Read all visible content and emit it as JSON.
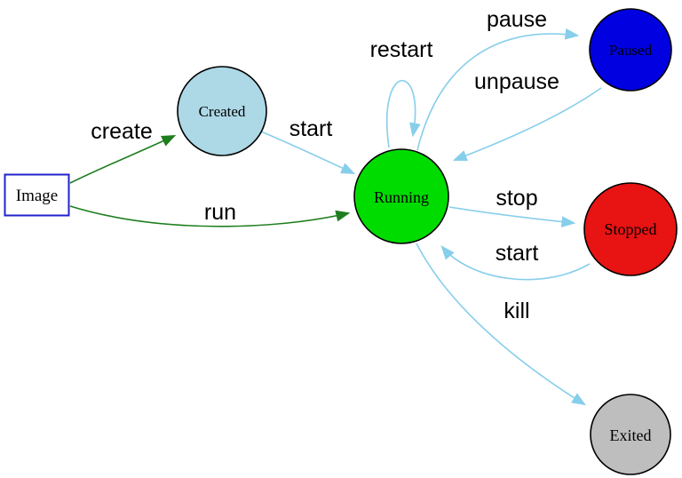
{
  "nodes": {
    "image": {
      "label": "Image",
      "fill": "#ffffff",
      "border": "#2222cc"
    },
    "created": {
      "label": "Created",
      "fill": "#add8e6"
    },
    "running": {
      "label": "Running",
      "fill": "#00dc00"
    },
    "paused": {
      "label": "Paused",
      "fill": "#0000e0"
    },
    "stopped": {
      "label": "Stopped",
      "fill": "#e81313"
    },
    "exited": {
      "label": "Exited",
      "fill": "#bebebe"
    }
  },
  "edges": {
    "create": {
      "label": "create",
      "from": "Image",
      "to": "Created"
    },
    "run": {
      "label": "run",
      "from": "Image",
      "to": "Running"
    },
    "start_from_created": {
      "label": "start",
      "from": "Created",
      "to": "Running"
    },
    "restart": {
      "label": "restart",
      "from": "Running",
      "to": "Running"
    },
    "pause": {
      "label": "pause",
      "from": "Running",
      "to": "Paused"
    },
    "unpause": {
      "label": "unpause",
      "from": "Paused",
      "to": "Running"
    },
    "stop": {
      "label": "stop",
      "from": "Running",
      "to": "Stopped"
    },
    "start_from_stopped": {
      "label": "start",
      "from": "Stopped",
      "to": "Running"
    },
    "kill": {
      "label": "kill",
      "from": "Running",
      "to": "Exited"
    }
  },
  "colors": {
    "edge_blue": "#87ceeb",
    "edge_green": "#1e7e1e",
    "node_border": "#000000",
    "label_text": "#000000"
  }
}
